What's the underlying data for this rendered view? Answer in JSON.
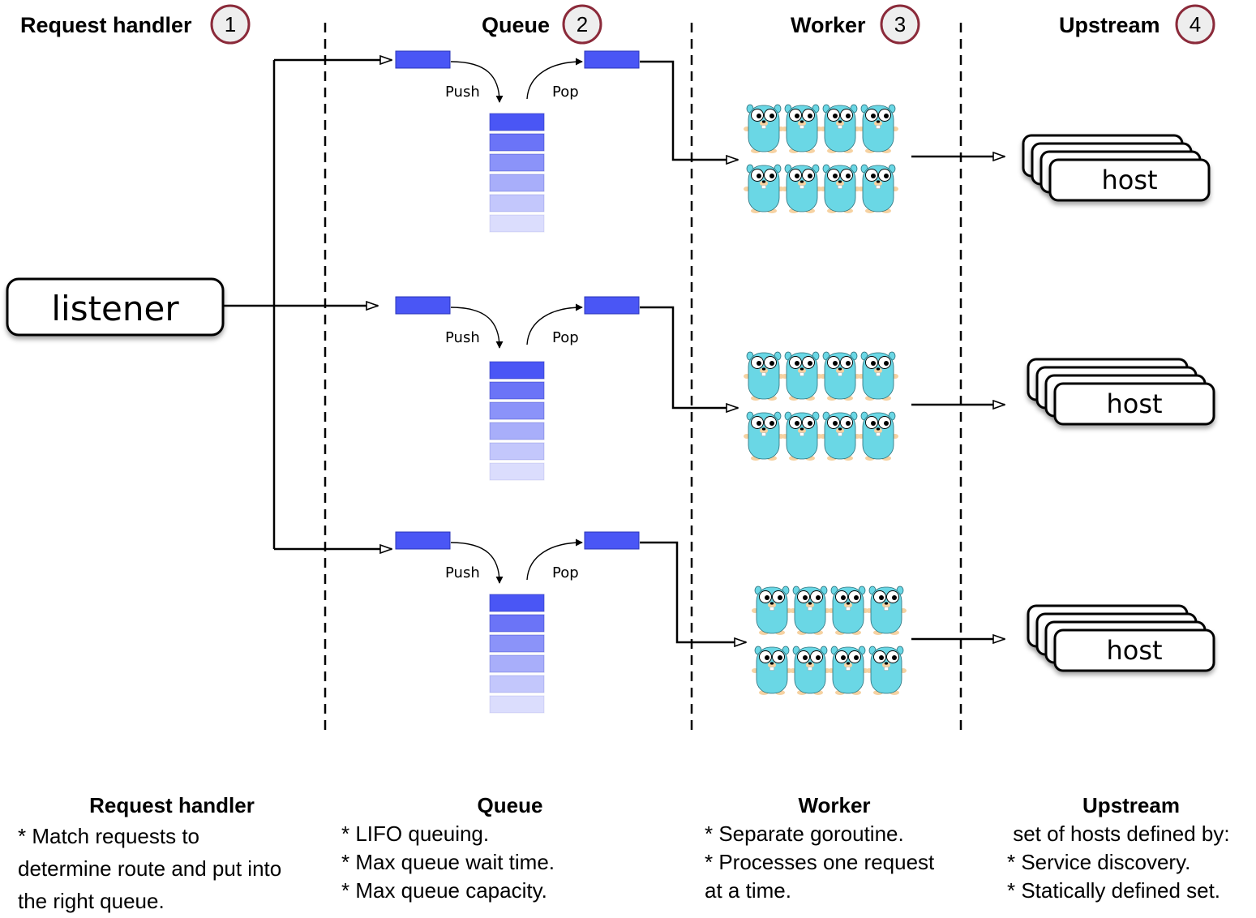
{
  "columns": [
    {
      "title": "Request handler",
      "number": "1"
    },
    {
      "title": "Queue",
      "number": "2"
    },
    {
      "title": "Worker",
      "number": "3"
    },
    {
      "title": "Upstream",
      "number": "4"
    }
  ],
  "listener_label": "listener",
  "lanes": [
    {
      "push_label": "Push",
      "pop_label": "Pop",
      "host_label": "host"
    },
    {
      "push_label": "Push",
      "pop_label": "Pop",
      "host_label": "host"
    },
    {
      "push_label": "Push",
      "pop_label": "Pop",
      "host_label": "host"
    }
  ],
  "colors": {
    "queue_item": "#4a56f5",
    "gopher": "#6ad7e5",
    "badge_border": "#8b2a3a",
    "badge_fill": "#eeeeee"
  },
  "descriptions": [
    {
      "title": "Request handler",
      "lines": [
        "* Match requests to",
        "determine route and put into",
        "the right queue."
      ]
    },
    {
      "title": "Queue",
      "lines": [
        "* LIFO queuing.",
        "* Max queue wait time.",
        "* Max queue capacity."
      ]
    },
    {
      "title": "Worker",
      "lines": [
        "* Separate goroutine.",
        "* Processes one request",
        "at a time."
      ]
    },
    {
      "title": "Upstream",
      "lines": [
        " set of hosts defined by:",
        "* Service discovery.",
        "* Statically defined set."
      ]
    }
  ]
}
